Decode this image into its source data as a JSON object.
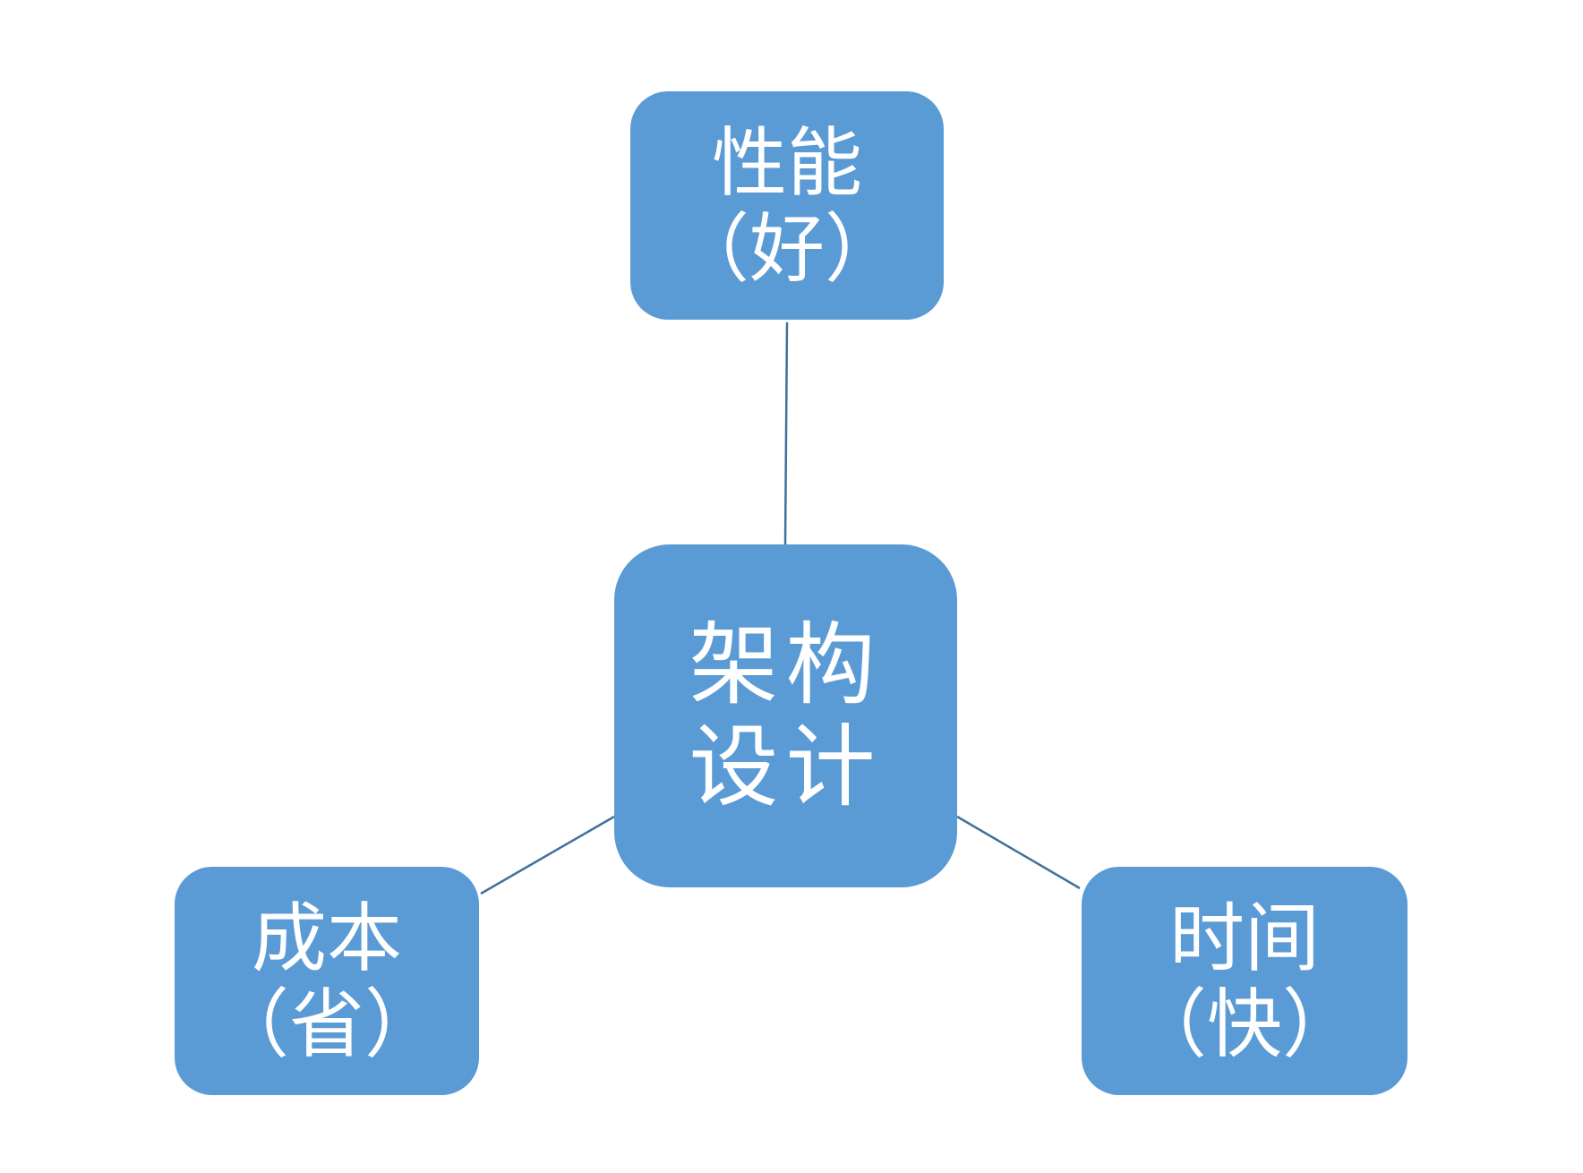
{
  "diagram": {
    "center": {
      "line1": "架构",
      "line2": "设计"
    },
    "nodes": {
      "top": {
        "title": "性能",
        "qualifier": "（好）"
      },
      "left": {
        "title": "成本",
        "qualifier": "（省）"
      },
      "right": {
        "title": "时间",
        "qualifier": "（快）"
      }
    },
    "colors": {
      "node_fill": "#5b9bd5",
      "connector": "#41719c",
      "text": "#ffffff"
    }
  }
}
